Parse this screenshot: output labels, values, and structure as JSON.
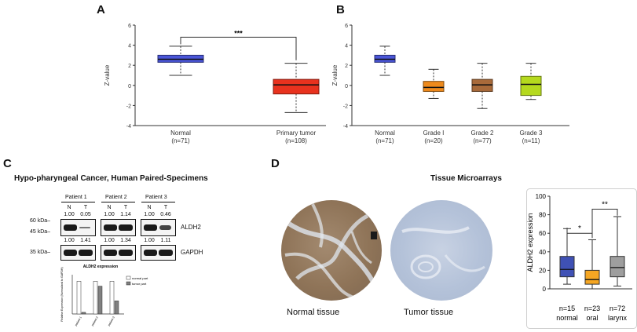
{
  "panel_letters": {
    "a": "A",
    "b": "B",
    "c": "C",
    "d": "D"
  },
  "chart_data": [
    {
      "type": "box",
      "panel": "A",
      "ylabel": "Z-value",
      "ylim": [
        -4,
        6
      ],
      "yticks": [
        "-4",
        "-2",
        "0",
        "2",
        "4",
        "6"
      ],
      "categories": [
        {
          "name": "Normal",
          "n": "(n=71)",
          "color": "#4a56d8",
          "whisker_low": 1.0,
          "q1": 2.3,
          "median": 2.6,
          "q3": 3.0,
          "whisker_high": 3.9
        },
        {
          "name": "Primary tumor",
          "n": "(n=108)",
          "color": "#e8321e",
          "whisker_low": -2.7,
          "q1": -0.85,
          "median": 0.05,
          "q3": 0.6,
          "whisker_high": 2.2
        }
      ],
      "significance": "***"
    },
    {
      "type": "box",
      "panel": "B",
      "ylabel": "Z-value",
      "ylim": [
        -4,
        6
      ],
      "yticks": [
        "-4",
        "-2",
        "0",
        "2",
        "4",
        "6"
      ],
      "categories": [
        {
          "name": "Normal",
          "n": "(n=71)",
          "color": "#4a56d8",
          "whisker_low": 1.0,
          "q1": 2.3,
          "median": 2.6,
          "q3": 3.0,
          "whisker_high": 3.9
        },
        {
          "name": "Grade I",
          "n": "(n=20)",
          "color": "#ee8a1c",
          "whisker_low": -1.3,
          "q1": -0.6,
          "median": -0.2,
          "q3": 0.4,
          "whisker_high": 1.6
        },
        {
          "name": "Grade 2",
          "n": "(n=77)",
          "color": "#a86a3a",
          "whisker_low": -2.3,
          "q1": -0.6,
          "median": 0.05,
          "q3": 0.6,
          "whisker_high": 2.2
        },
        {
          "name": "Grade 3",
          "n": "(n=11)",
          "color": "#b5d91e",
          "whisker_low": -1.4,
          "q1": -1.0,
          "median": 0.1,
          "q3": 0.9,
          "whisker_high": 2.2
        }
      ]
    },
    {
      "type": "bar",
      "panel": "C-inset",
      "title": "ALDH2 expression",
      "ylabel": "Relative Expression (Normalized to GAPDH)",
      "categories": [
        "patient 1",
        "patient 2",
        "patient 3"
      ],
      "ylim": [
        0,
        1.2
      ],
      "series": [
        {
          "name": "normal part",
          "values": [
            1.0,
            1.0,
            1.0
          ]
        },
        {
          "name": "tumor part",
          "values": [
            0.05,
            0.85,
            0.4
          ]
        }
      ]
    },
    {
      "type": "box",
      "panel": "D",
      "ylabel": "ALDH2 expression",
      "ylim": [
        0,
        100
      ],
      "yticks": [
        "0",
        "20",
        "40",
        "60",
        "80",
        "100"
      ],
      "categories": [
        {
          "name": "normal",
          "n": "n=15",
          "color": "#3f51b5",
          "whisker_low": 5,
          "q1": 13,
          "median": 21,
          "q3": 35,
          "whisker_high": 65
        },
        {
          "name": "oral",
          "n": "n=23",
          "color": "#f5a623",
          "whisker_low": 0,
          "q1": 5,
          "median": 10,
          "q3": 20,
          "whisker_high": 53
        },
        {
          "name": "larynx",
          "n": "n=72",
          "color": "#9e9e9e",
          "whisker_low": 3,
          "q1": 13,
          "median": 23,
          "q3": 35,
          "whisker_high": 78
        }
      ],
      "significance": [
        "*",
        "**"
      ]
    }
  ],
  "panel_c": {
    "title": "Hypo-pharyngeal  Cancer, Human Paired-Specimens",
    "patients": [
      "Patient 1",
      "Patient 2",
      "Patient 3"
    ],
    "lanes": [
      "N",
      "T"
    ],
    "aldh2_values": [
      [
        "1.00",
        "0.05"
      ],
      [
        "1.00",
        "1.14"
      ],
      [
        "1.00",
        "0.46"
      ]
    ],
    "gapdh_values": [
      [
        "1.00",
        "1.41"
      ],
      [
        "1.00",
        "1.34"
      ],
      [
        "1.00",
        "1.11"
      ]
    ],
    "markers": [
      "60 kDa–",
      "45 kDa–",
      "35 kDa–"
    ],
    "protein_labels": [
      "ALDH2",
      "GAPDH"
    ]
  },
  "panel_d": {
    "title": "Tissue Microarrays",
    "tissue_labels": [
      "Normal tissue",
      "Tumor tissue"
    ]
  }
}
